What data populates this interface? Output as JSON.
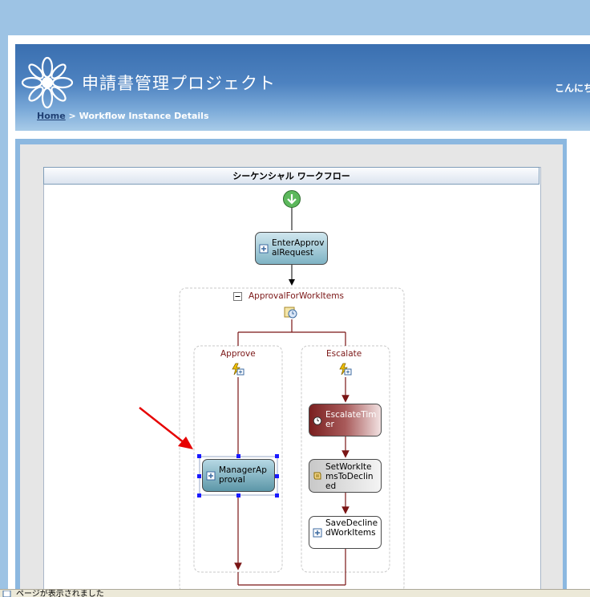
{
  "header": {
    "title": "申請書管理プロジェクト",
    "greeting": "こんにち"
  },
  "breadcrumb": {
    "home": "Home",
    "separator": ">",
    "current": "Workflow Instance Details"
  },
  "designer": {
    "title": "シーケンシャル ワークフロー",
    "activities": {
      "enter": "EnterApprovalRequest",
      "listen": "ApprovalForWorkItems",
      "approve_branch": "Approve",
      "escalate_branch": "Escalate",
      "manager": "ManagerApproval",
      "timer": "EscalateTimer",
      "set_items": "SetWorkItemsToDeclined",
      "save_declined": "SaveDeclinedWorkItems"
    },
    "colors": {
      "connector": "#7a1515",
      "executing": "#6fa8b8",
      "timer": "#8b2b2b",
      "selection": "#1a1aff",
      "arrow": "#e60000"
    }
  },
  "status": {
    "text": "ページが表示されました"
  }
}
